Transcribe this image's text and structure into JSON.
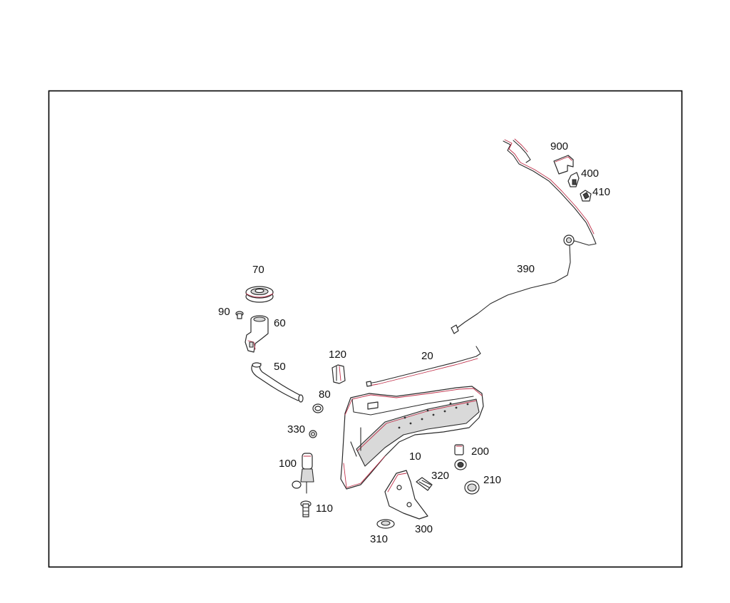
{
  "callouts": [
    {
      "id": "900",
      "text": "900"
    },
    {
      "id": "400",
      "text": "400"
    },
    {
      "id": "410",
      "text": "410"
    },
    {
      "id": "390",
      "text": "390"
    },
    {
      "id": "70",
      "text": "70"
    },
    {
      "id": "90",
      "text": "90"
    },
    {
      "id": "60",
      "text": "60"
    },
    {
      "id": "120",
      "text": "120"
    },
    {
      "id": "20",
      "text": "20"
    },
    {
      "id": "50",
      "text": "50"
    },
    {
      "id": "80",
      "text": "80"
    },
    {
      "id": "330",
      "text": "330"
    },
    {
      "id": "10",
      "text": "10"
    },
    {
      "id": "200",
      "text": "200"
    },
    {
      "id": "100",
      "text": "100"
    },
    {
      "id": "320",
      "text": "320"
    },
    {
      "id": "210",
      "text": "210"
    },
    {
      "id": "110",
      "text": "110"
    },
    {
      "id": "300",
      "text": "300"
    },
    {
      "id": "310",
      "text": "310"
    }
  ]
}
